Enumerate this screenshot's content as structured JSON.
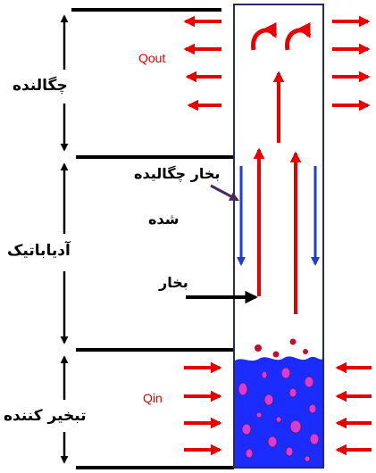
{
  "colors": {
    "heat": "#e80000",
    "condensate": "#1a3fd6",
    "liquid": "#1a2cff",
    "bubble": "#d83cd8",
    "droplet": "#c01030",
    "outline": "#000000",
    "tube": "#2a2a60",
    "vapor_pointer": "#4a2a5a"
  },
  "labels": {
    "condenser": "چگالنده",
    "adiabatic": "آدیاباتیک",
    "evaporator": "تبخیر کننده",
    "q_out": "Qout",
    "q_in": "Qin",
    "condensed_vapor_line1": "بخار چگالیده",
    "condensed_vapor_line2": "شده",
    "vapor": "بخار"
  }
}
